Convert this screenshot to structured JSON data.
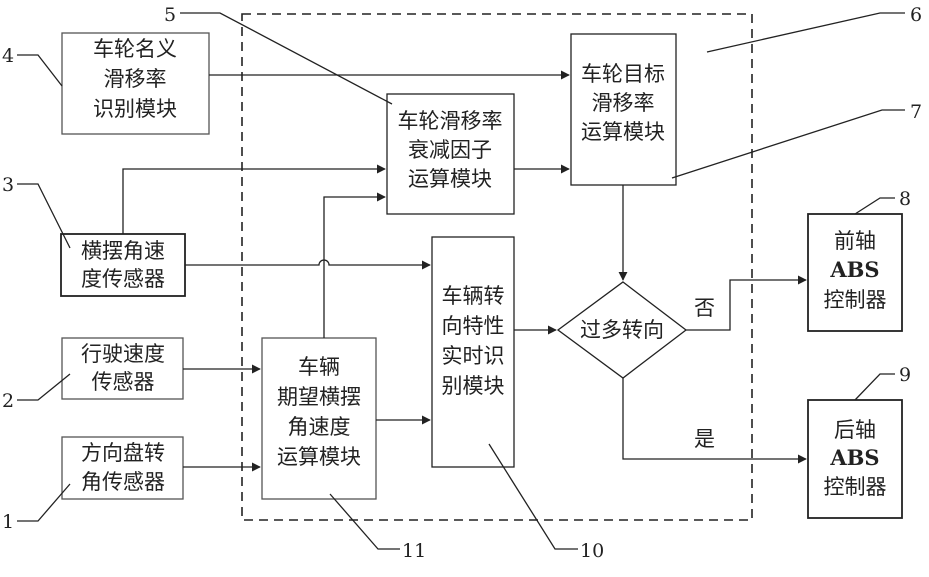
{
  "diagram": {
    "dashed_boundary_label": "6",
    "modules": {
      "nominal_slip": {
        "lines": [
          "车轮名义",
          "滑移率",
          "识别模块"
        ],
        "ref": "4"
      },
      "slip_decay": {
        "lines": [
          "车轮滑移率",
          "衰减因子",
          "运算模块"
        ],
        "ref": "5"
      },
      "target_slip": {
        "lines": [
          "车轮目标",
          "滑移率",
          "运算模块"
        ],
        "ref": "7"
      },
      "yaw_sensor": {
        "lines": [
          "横摆角速",
          "度传感器"
        ],
        "ref": "3"
      },
      "speed_sensor": {
        "lines": [
          "行驶速度",
          "传感器"
        ],
        "ref": "2"
      },
      "steer_sensor": {
        "lines": [
          "方向盘转",
          "角传感器"
        ],
        "ref": "1"
      },
      "expected_yaw": {
        "lines": [
          "车辆",
          "期望横摆",
          "角速度",
          "运算模块"
        ],
        "ref": "11"
      },
      "steering_id": {
        "lines": [
          "车辆转",
          "向特性",
          "实时识",
          "别模块"
        ],
        "ref": "10"
      },
      "front_abs": {
        "lines": [
          "前轴",
          "ABS",
          "控制器"
        ],
        "ref": "8"
      },
      "rear_abs": {
        "lines": [
          "后轴",
          "ABS",
          "控制器"
        ],
        "ref": "9"
      }
    },
    "decision": {
      "label": "过多转向",
      "no_label": "否",
      "yes_label": "是"
    }
  }
}
